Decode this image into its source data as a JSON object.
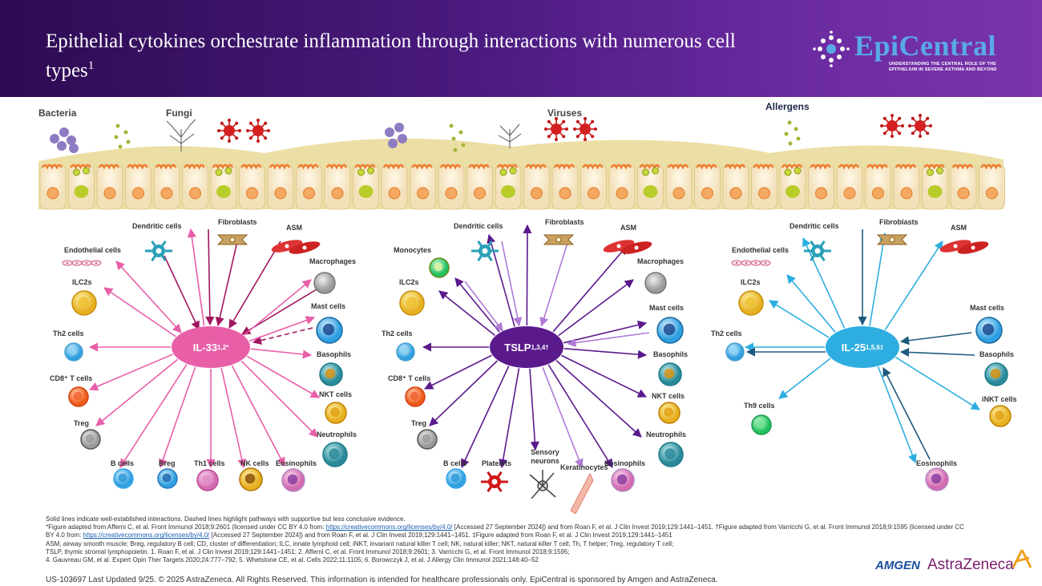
{
  "header": {
    "title": "Epithelial cytokines orchestrate inflammation through interactions with numerous cell types",
    "title_ref": "1",
    "logo_name": "EpiCentral",
    "logo_sub": "UNDERSTANDING THE CENTRAL ROLE OF THE EPITHELIUM IN SEVERE ASTHMA AND BEYOND"
  },
  "pathogens": {
    "bacteria": "Bacteria",
    "fungi": "Fungi",
    "viruses": "Viruses",
    "allergens": "Allergens"
  },
  "hubs": {
    "il33": {
      "name": "IL-33",
      "refs": "1,2*"
    },
    "tslp": {
      "name": "TSLP",
      "refs": "1,3,4†"
    },
    "il25": {
      "name": "IL-25",
      "refs": "1,5,6‡"
    }
  },
  "labels": {
    "dendritic": "Dendritic cells",
    "fibroblasts": "Fibroblasts",
    "asm": "ASM",
    "endothelial": "Endothelial cells",
    "macrophages": "Macrophages",
    "ilc2s": "ILC2s",
    "mast": "Mast cells",
    "th2": "Th2 cells",
    "basophils": "Basophils",
    "cd8": "CD8⁺ T cells",
    "nkt": "NKT cells",
    "treg": "Treg",
    "neutrophils": "Neutrophils",
    "bcells": "B cells",
    "breg": "Breg",
    "th1": "Th1 cells",
    "nk": "NK cells",
    "eosinophils": "Eosinophils",
    "monocytes": "Monocytes",
    "platelets": "Platelets",
    "sensory": "Sensory neurons",
    "keratinocytes": "Keratinocytes",
    "th9": "Th9 cells",
    "inkt": "iNKT cells"
  },
  "colors": {
    "il33": "#e85fa8",
    "il33_dark": "#a0155e",
    "tslp": "#5a1a8c",
    "tslp_light": "#b07ad6",
    "il25": "#2eaee0",
    "il25_dark": "#1d5a7e"
  },
  "footnotes": {
    "line1": "Solid lines indicate well-established interactions. Dashed lines highlight pathways with supportive but less conclusive evidence.",
    "line2a": "*Figure adapted from Afferni C, et al. Front Immunol 2018;9:2601 (licensed under CC BY 4.0 from: ",
    "link": "https://creativecommons.org/licenses/by/4.0/",
    "line2b": " [Accessed 27 September 2024]) and from Roan F, et al. J Clin Invest 2019;129:1441–1451. †Figure adapted from Varricchi G, et al. Front Immunol 2018;9:1595 (licensed under CC BY 4.0 from: ",
    "line2c": " [Accessed 27 September 2024]) and from Roan F, et al. J Clin Invest 2019;129:1441–1451. ‡Figure adapted from Roan F, et al. J Clin Invest 2019;129:1441–1451",
    "line3": "ASM, airway smooth muscle; Breg, regulatory B cell; CD, cluster of differentiation; ILC, innate lymphoid cell; iNKT, invariant natural killer T cell; NK, natural killer; NKT, natural killer T cell; Th, T helper; Treg, regulatory T cell;",
    "line4": "TSLP, thymic stromal lymphopoietin. 1. Roan F, et al. J Clin Invest 2019;129:1441–1451; 2. Afferni C, et al. Front Immunol 2018;9:2601; 3. Varricchi G, et al. Front Immunol 2018;9:1595;",
    "line5": "4. Gauvreau GM, et al. Expert Opin Ther Targets 2020;24:777–792; 5. Whetstone CE, et al. Cells 2022;11:1105; 6. Borowczyk J, et al. J Allergy Clin Immunol 2021;148:40–52",
    "bottom": "US-103697 Last Updated 9/25. © 2025 AstraZeneca. All Rights Reserved. This information is intended for healthcare professionals only. EpiCentral is sponsored by Amgen and AstraZeneca."
  },
  "sponsors": {
    "amgen": "AMGEN",
    "astrazeneca": "AstraZeneca"
  }
}
